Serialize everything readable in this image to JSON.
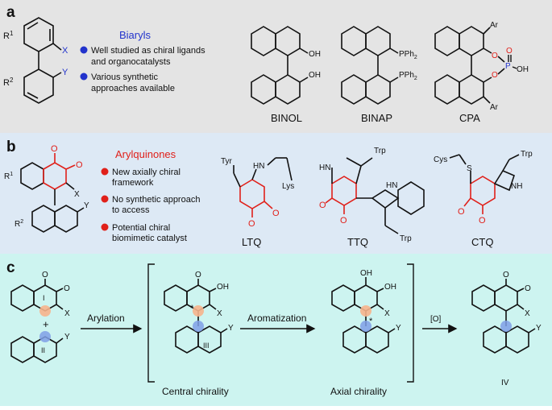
{
  "colors": {
    "panel_a_bg": "#e4e4e4",
    "panel_b_bg": "#dde9f5",
    "panel_c_bg": "#cdf4f0",
    "accent_blue": "#2233cc",
    "accent_red": "#e0201a",
    "bond": "#111111",
    "highlight_orange": "#f7b48c",
    "highlight_blue": "#7f9fe6"
  },
  "panel_a": {
    "label": "a",
    "title": "Biaryls",
    "bullets": [
      "Well studied as chiral ligands",
      "and organocatalysts",
      "Various synthetic",
      "approaches available"
    ],
    "substituents": {
      "r1": "R",
      "r1_sup": "1",
      "r2": "R",
      "r2_sup": "2",
      "x": "X",
      "y": "Y"
    },
    "compounds": [
      {
        "name": "BINOL",
        "groups": [
          "OH",
          "OH"
        ]
      },
      {
        "name": "BINAP",
        "groups": [
          "PPh",
          "PPh"
        ],
        "sub": "2"
      },
      {
        "name": "CPA",
        "groups": [
          "Ar",
          "Ar",
          "O",
          "O",
          "P",
          "O",
          "OH"
        ]
      }
    ]
  },
  "panel_b": {
    "label": "b",
    "title": "Arylquinones",
    "bullets": [
      "New axially chiral",
      "framework",
      "No synthetic approach",
      "to access",
      "Potential chiral",
      "biomimetic catalyst"
    ],
    "substituents": {
      "r1": "R",
      "r1_sup": "1",
      "r2": "R",
      "r2_sup": "2",
      "x": "X",
      "y": "Y",
      "o": "O"
    },
    "compounds": [
      {
        "name": "LTQ",
        "groups": [
          "Tyr",
          "HN",
          "Lys",
          "O",
          "O"
        ]
      },
      {
        "name": "TTQ",
        "groups": [
          "Trp",
          "HN",
          "HN",
          "Trp",
          "O",
          "O"
        ]
      },
      {
        "name": "CTQ",
        "groups": [
          "Cys",
          "S",
          "Trp",
          "NH",
          "O",
          "O"
        ]
      }
    ]
  },
  "panel_c": {
    "label": "c",
    "arrow1": "Arylation",
    "arrow2": "Aromatization",
    "arrow3": "[O]",
    "plus": "+",
    "caption1": "Central chirality",
    "caption2": "Axial chirality",
    "roman": [
      "I",
      "II",
      "III",
      "IV"
    ],
    "atoms": {
      "o": "O",
      "oh": "OH",
      "x": "X",
      "y": "Y",
      "star": "*"
    }
  }
}
